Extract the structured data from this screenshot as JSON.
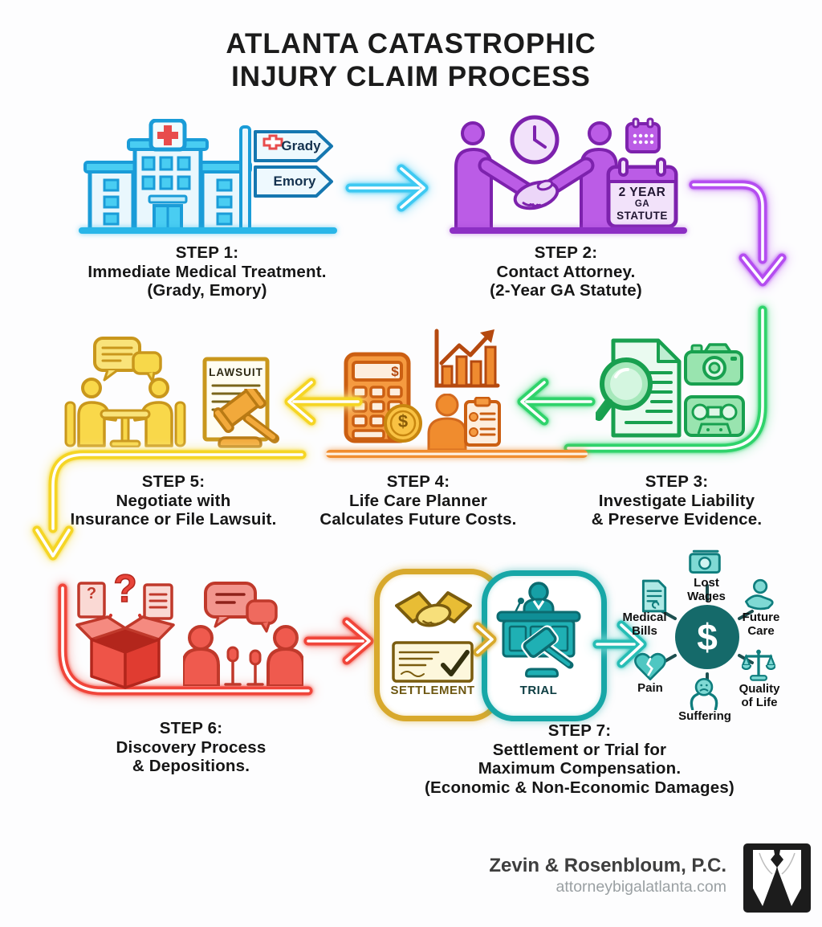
{
  "title": {
    "line1": "ATLANTA CATASTROPHIC",
    "line2": "INJURY CLAIM PROCESS"
  },
  "steps": {
    "step1": {
      "heading": "STEP 1:",
      "line1": "Immediate Medical Treatment.",
      "line2": "(Grady, Emory)",
      "sign_top": "Grady",
      "sign_bottom": "Emory"
    },
    "step2": {
      "heading": "STEP 2:",
      "line1": "Contact Attorney.",
      "line2": "(2-Year GA Statute)",
      "calendar_line1": "2 YEAR",
      "calendar_line2": "GA",
      "calendar_line3": "STATUTE"
    },
    "step3": {
      "heading": "STEP 3:",
      "line1": "Investigate Liability",
      "line2": "& Preserve Evidence."
    },
    "step4": {
      "heading": "STEP 4:",
      "line1": "Life Care Planner",
      "line2": "Calculates Future Costs."
    },
    "step5": {
      "heading": "STEP 5:",
      "line1": "Negotiate with",
      "line2": "Insurance or File Lawsuit.",
      "document_title": "LAWSUIT"
    },
    "step6": {
      "heading": "STEP 6:",
      "line1": "Discovery Process",
      "line2": "& Depositions."
    },
    "step7": {
      "heading": "STEP 7:",
      "line1": "Settlement or Trial for",
      "line2": "Maximum Compensation.",
      "line3": "(Economic & Non-Economic Damages)",
      "settlement_label": "SETTLEMENT",
      "trial_label": "TRIAL"
    }
  },
  "damages": {
    "center_symbol": "$",
    "items": [
      {
        "id": "lost-wages",
        "label": "Lost\nWages"
      },
      {
        "id": "future-care",
        "label": "Future\nCare"
      },
      {
        "id": "quality-of-life",
        "label": "Quality\nof Life"
      },
      {
        "id": "suffering",
        "label": "Suffering"
      },
      {
        "id": "pain",
        "label": "Pain"
      },
      {
        "id": "medical-bills",
        "label": "Medical\nBills"
      }
    ]
  },
  "glyphs": {
    "dollar": "$",
    "question": "?"
  },
  "footer": {
    "firm": "Zevin & Rosenbloum, P.C.",
    "website": "attorneybigalatlanta.com"
  },
  "colors": {
    "step1_blue": "#29b6e8",
    "step2_purple": "#a044d4",
    "step3_green": "#2fd36b",
    "step4_orange": "#f08c2e",
    "step5_yellow": "#f5d525",
    "step6_red": "#f0453a",
    "settlement_gold": "#d8a92c",
    "trial_teal": "#17a7a7",
    "damages_teal": "#156a6a"
  }
}
